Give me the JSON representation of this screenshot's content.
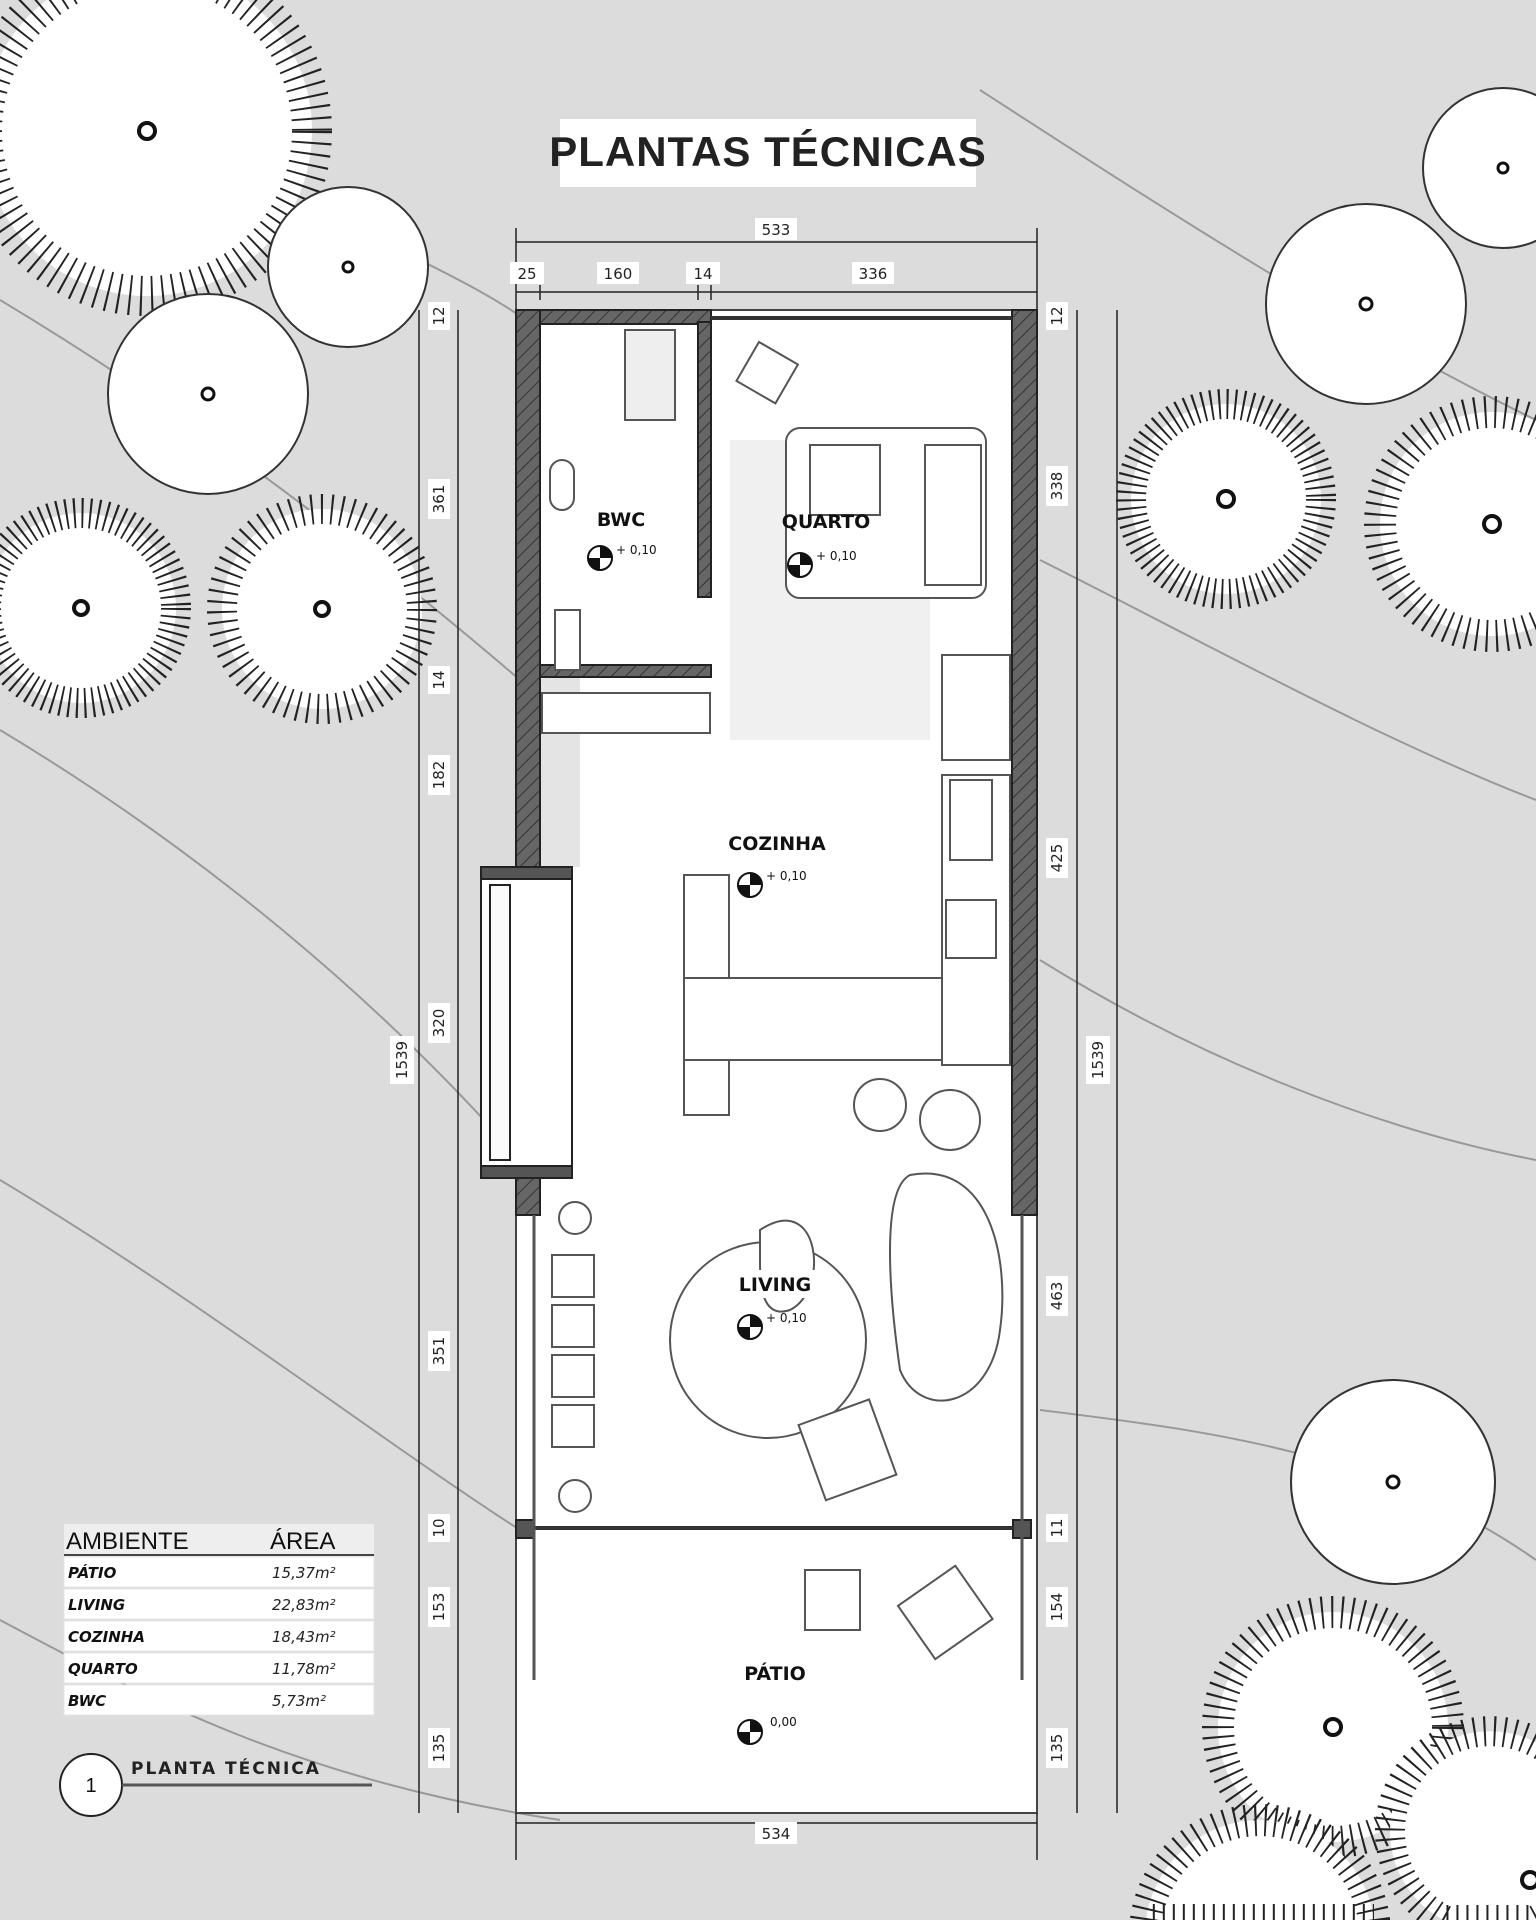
{
  "title": "PLANTAS TÉCNICAS",
  "dimensions": {
    "top_total": "533",
    "top_parts": [
      "25",
      "160",
      "14",
      "336"
    ],
    "bottom_total": "534",
    "left_total": "1539",
    "left_parts": [
      "12",
      "361",
      "14",
      "182",
      "320",
      "351",
      "10",
      "153",
      "135"
    ],
    "right_total": "1539",
    "right_parts": [
      "12",
      "338",
      "425",
      "463",
      "11",
      "154",
      "135"
    ]
  },
  "rooms": [
    {
      "name": "BWC",
      "level": "+ 0,10"
    },
    {
      "name": "QUARTO",
      "level": "+ 0,10"
    },
    {
      "name": "COZINHA",
      "level": "+ 0,10"
    },
    {
      "name": "LIVING",
      "level": "+ 0,10"
    },
    {
      "name": "PÁTIO",
      "level": "0,00"
    }
  ],
  "area_table": {
    "headers": [
      "AMBIENTE",
      "ÁREA"
    ],
    "rows": [
      {
        "room": "PÁTIO",
        "area": "15,37m²"
      },
      {
        "room": "LIVING",
        "area": "22,83m²"
      },
      {
        "room": "COZINHA",
        "area": "18,43m²"
      },
      {
        "room": "QUARTO",
        "area": "11,78m²"
      },
      {
        "room": "BWC",
        "area": "5,73m²"
      }
    ]
  },
  "drawing_label": {
    "number": "1",
    "text": "PLANTA TÉCNICA"
  },
  "colors": {
    "background": "#dcdcdc",
    "wall": "#555555",
    "floor": "#ffffff"
  }
}
